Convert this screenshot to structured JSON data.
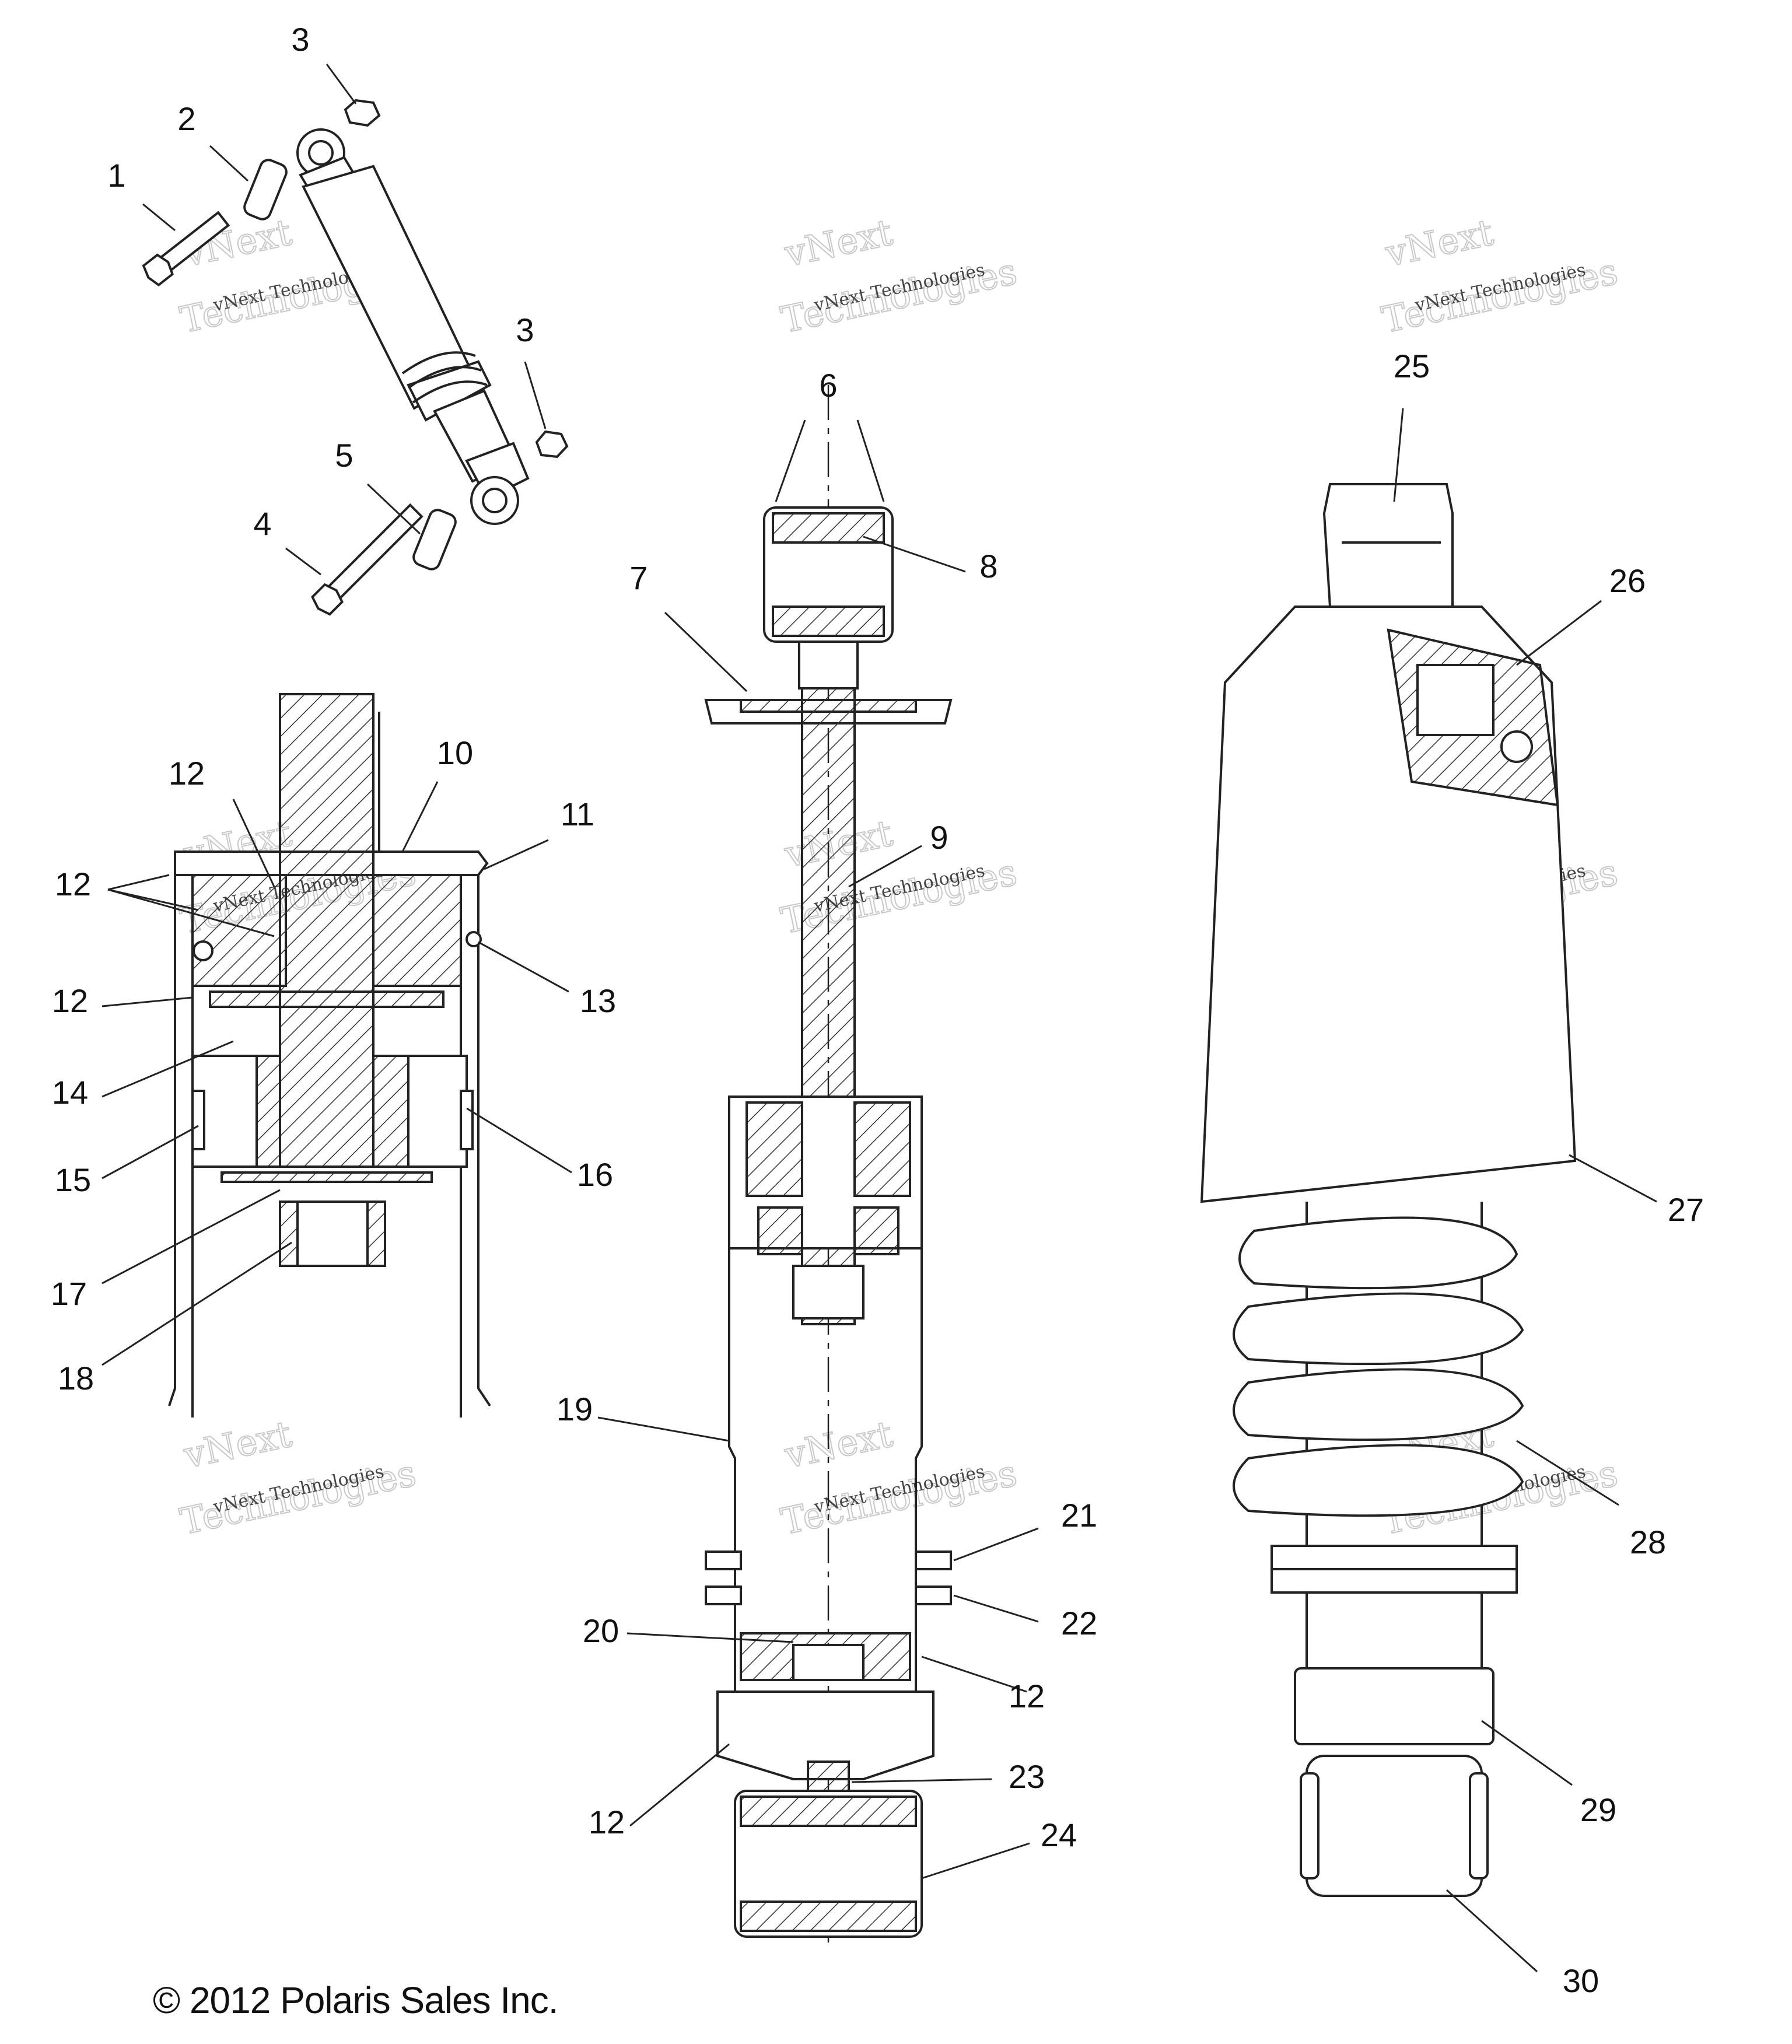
{
  "callouts": {
    "c1": "1",
    "c2": "2",
    "c3a": "3",
    "c3b": "3",
    "c4": "4",
    "c5": "5",
    "c6": "6",
    "c7": "7",
    "c8": "8",
    "c9": "9",
    "c10": "10",
    "c11": "11",
    "c12a": "12",
    "c12b": "12",
    "c12c": "12",
    "c12d": "12",
    "c12e": "12",
    "c13": "13",
    "c14": "14",
    "c15": "15",
    "c16": "16",
    "c17": "17",
    "c18": "18",
    "c19": "19",
    "c20": "20",
    "c21": "21",
    "c22": "22",
    "c23": "23",
    "c24": "24",
    "c25": "25",
    "c26": "26",
    "c27": "27",
    "c28": "28",
    "c29": "29",
    "c30": "30"
  },
  "watermark": {
    "small": "vNext Technologies",
    "big_1": "vNext",
    "big_2": "Technologies"
  },
  "copyright": "© 2012 Polaris Sales Inc."
}
